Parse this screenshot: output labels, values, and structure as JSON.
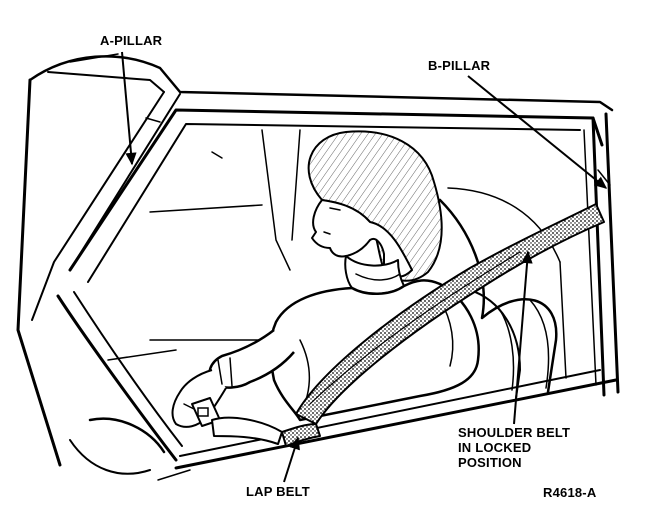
{
  "labels": {
    "a_pillar": "A-PILLAR",
    "b_pillar": "B-PILLAR",
    "shoulder_belt_line1": "SHOULDER BELT",
    "shoulder_belt_line2": "IN LOCKED",
    "shoulder_belt_line3": "POSITION",
    "lap_belt": "LAP BELT",
    "figure_ref": "R4618-A"
  },
  "colors": {
    "ink": "#000000",
    "paper": "#ffffff"
  }
}
